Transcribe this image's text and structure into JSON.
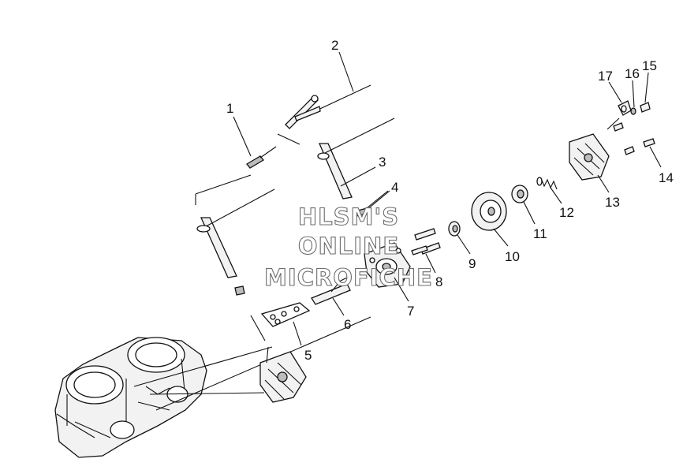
{
  "watermark": {
    "lines": [
      "HLSM'S",
      "ONLINE",
      "MICROFICHE"
    ]
  },
  "callouts": [
    {
      "id": "c1",
      "label": "1"
    },
    {
      "id": "c2",
      "label": "2"
    },
    {
      "id": "c3",
      "label": "3"
    },
    {
      "id": "c4",
      "label": "4"
    },
    {
      "id": "c5",
      "label": "5"
    },
    {
      "id": "c6",
      "label": "6"
    },
    {
      "id": "c7",
      "label": "7"
    },
    {
      "id": "c8",
      "label": "8"
    },
    {
      "id": "c9",
      "label": "9"
    },
    {
      "id": "c10",
      "label": "10"
    },
    {
      "id": "c11",
      "label": "11"
    },
    {
      "id": "c12",
      "label": "12"
    },
    {
      "id": "c13",
      "label": "13"
    },
    {
      "id": "c14",
      "label": "14"
    },
    {
      "id": "c15",
      "label": "15"
    },
    {
      "id": "c16",
      "label": "16"
    },
    {
      "id": "c17",
      "label": "17"
    }
  ]
}
